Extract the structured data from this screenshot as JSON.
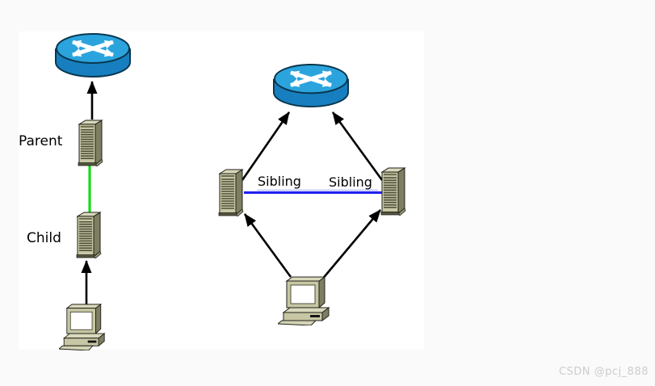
{
  "labels": {
    "parent": "Parent",
    "child": "Child",
    "sibling_left": "Sibling",
    "sibling_right": "Sibling"
  },
  "watermark": "CSDN @pcj_888",
  "colors": {
    "canvas_bg": "#fafafa",
    "diagram_bg": "#ffffff",
    "router_top": "#2ba4dd",
    "router_body": "#177fc0",
    "router_outline": "#0a374f",
    "link_green": "#00dd00",
    "link_blue": "#2020ee",
    "link_blue_highlight": "#b9bdf7",
    "arrow": "#000000",
    "device_light": "#c7c7a5",
    "device_dark": "#7e7e62",
    "label_text": "#000000",
    "watermark_text": "#cdcdcd"
  },
  "icons": {
    "router": "router-icon",
    "server": "server-icon",
    "workstation": "workstation-icon"
  },
  "topology": {
    "left_scenario": {
      "nodes": [
        "router",
        "parent-server",
        "child-server",
        "workstation"
      ],
      "edges": [
        {
          "from": "parent-server",
          "to": "router",
          "style": "black-arrow"
        },
        {
          "from": "parent-server",
          "to": "child-server",
          "style": "green-link"
        },
        {
          "from": "workstation",
          "to": "child-server",
          "style": "black-arrow"
        }
      ]
    },
    "right_scenario": {
      "nodes": [
        "router",
        "sibling-server-left",
        "sibling-server-right",
        "workstation"
      ],
      "edges": [
        {
          "from": "sibling-server-left",
          "to": "router",
          "style": "black-arrow"
        },
        {
          "from": "sibling-server-right",
          "to": "router",
          "style": "black-arrow"
        },
        {
          "from": "sibling-server-left",
          "to": "sibling-server-right",
          "style": "blue-link"
        },
        {
          "from": "workstation",
          "to": "sibling-server-left",
          "style": "black-arrow"
        },
        {
          "from": "workstation",
          "to": "sibling-server-right",
          "style": "black-arrow"
        }
      ]
    }
  }
}
